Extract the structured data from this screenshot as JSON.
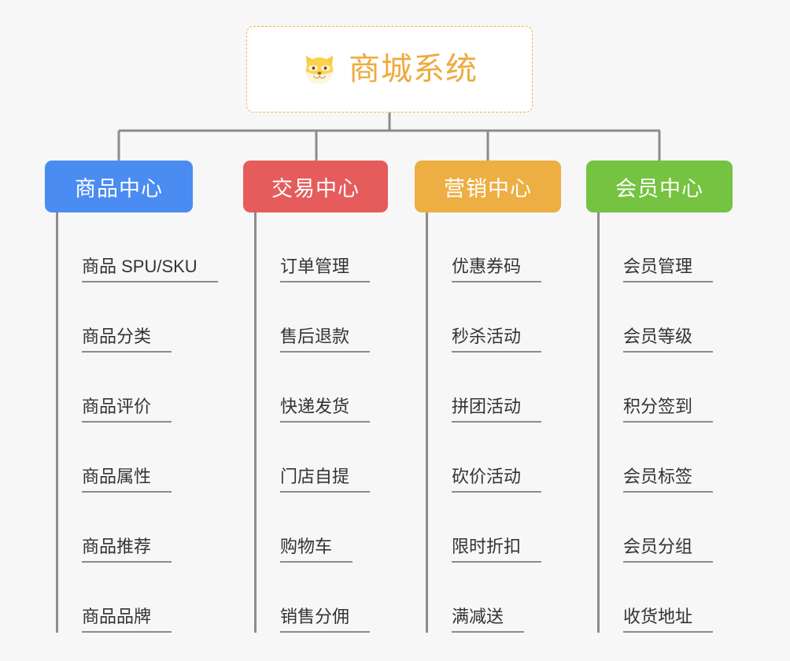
{
  "page": {
    "background_color": "#f7f7f7",
    "line_color": "#8c8c8c",
    "text_color": "#333333"
  },
  "root": {
    "title": "商城系统",
    "icon": "shiba-dog-face-icon",
    "text_color": "#edab3e",
    "border_color": "#f0b24a",
    "background_color": "#ffffff"
  },
  "branches": [
    {
      "label": "商品中心",
      "color": "#4a8cf2",
      "items": [
        "商品 SPU/SKU",
        "商品分类",
        "商品评价",
        "商品属性",
        "商品推荐",
        "商品品牌"
      ]
    },
    {
      "label": "交易中心",
      "color": "#e65c5c",
      "items": [
        "订单管理",
        "售后退款",
        "快递发货",
        "门店自提",
        "购物车",
        "销售分佣"
      ]
    },
    {
      "label": "营销中心",
      "color": "#edae43",
      "items": [
        "优惠券码",
        "秒杀活动",
        "拼团活动",
        "砍价活动",
        "限时折扣",
        "满减送"
      ]
    },
    {
      "label": "会员中心",
      "color": "#75c341",
      "items": [
        "会员管理",
        "会员等级",
        "积分签到",
        "会员标签",
        "会员分组",
        "收货地址"
      ]
    }
  ]
}
